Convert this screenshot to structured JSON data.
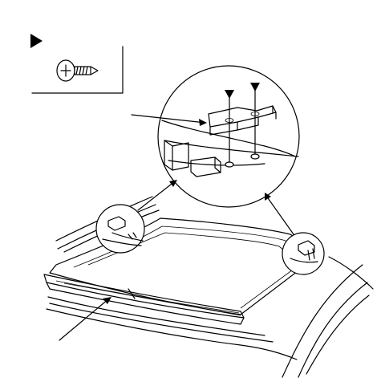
{
  "diagram": {
    "figure_type": "technical-exploded-view",
    "colors": {
      "line": "#000000",
      "background": "#ffffff"
    },
    "legend": {
      "symbol": "black-triangle-icon",
      "meaning_icon": "phillips-screw-icon"
    },
    "parts": [
      {
        "id": "windshield-glass",
        "icon": "glass-panel"
      },
      {
        "id": "cowl-cover",
        "icon": "cowl-strip"
      },
      {
        "id": "mounting-clip",
        "icon": "clip-bracket"
      },
      {
        "id": "screw",
        "icon": "phillips-screw-icon",
        "count": 2
      }
    ],
    "callouts": 4
  }
}
